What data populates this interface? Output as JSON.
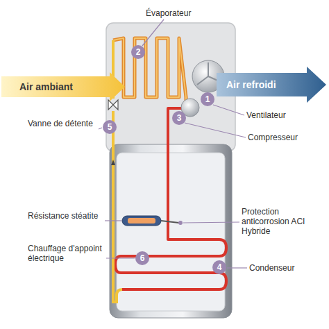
{
  "diagram": {
    "nodes": [
      {
        "text": [
          "2"
        ]
      },
      {
        "text": [
          "Air ambiant"
        ]
      },
      {
        "text": [
          "Air refroidi"
        ]
      },
      {
        "text": [
          "1"
        ]
      },
      {
        "text": [
          "3"
        ]
      },
      {
        "text": [
          "5"
        ]
      },
      {
        "text": [
          "6"
        ]
      },
      {
        "text": [
          "4"
        ]
      }
    ],
    "labels": [
      "Évaporateur",
      "Ventilateur",
      "Compresseur",
      "Vanne de détente",
      "Résistance stéatite",
      "Protection anticorrosion ACI Hybride",
      "Chauffage d'appoint électrique",
      "Condenseur"
    ]
  }
}
